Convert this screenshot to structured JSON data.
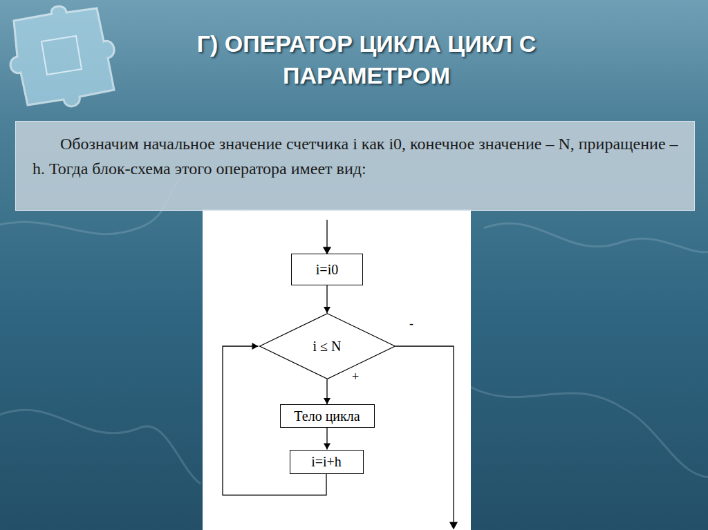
{
  "diagram": {
    "title": "Г) ОПЕРАТОР ЦИКЛА ЦИКЛ С ПАРАМЕТРОМ",
    "nodes": [
      {
        "text": [
          "Обозначим начальное значение счетчика i как i0, конечное значение – N, приращение – h. Тогда блок-схема этого оператора имеет вид:"
        ]
      },
      {
        "text": [
          "i=i0"
        ]
      },
      {
        "text": [
          "i ≤ N"
        ]
      },
      {
        "text": [
          "Тело цикла"
        ]
      },
      {
        "text": [
          "i=i+h"
        ]
      }
    ],
    "edges": [
      {
        "from": 1,
        "to": 2,
        "arrow": "to"
      },
      {
        "from": 2,
        "to": 3,
        "label": "+",
        "arrow": "to"
      },
      {
        "from": 3,
        "to": 4,
        "arrow": "to"
      },
      {
        "from": 4,
        "to": 2,
        "arrow": "to"
      }
    ],
    "labels": [
      "-"
    ]
  }
}
